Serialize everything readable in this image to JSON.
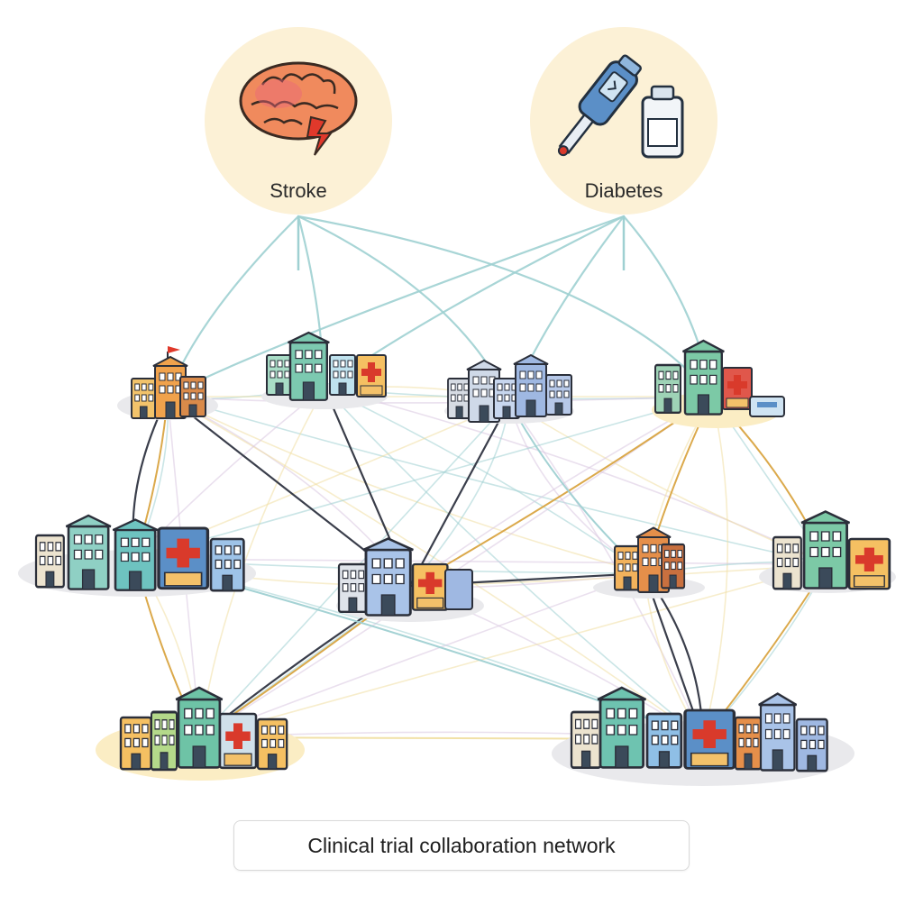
{
  "topics": [
    {
      "id": "stroke",
      "label": "Stroke",
      "icon": "brain-icon"
    },
    {
      "id": "diabetes",
      "label": "Diabetes",
      "icon": "glucose-meter-icon"
    }
  ],
  "caption": "Clinical trial collaboration network",
  "colors": {
    "topic_bg": "#fcf1d6",
    "site_bg": "#e9e9ec",
    "site_bg_warm": "#fbedc4",
    "edge_dark": "#2f3441",
    "edge_gold": "#d9a441",
    "edge_teal": "#9fd0d2",
    "edge_pale": "#f0dfa2"
  }
}
